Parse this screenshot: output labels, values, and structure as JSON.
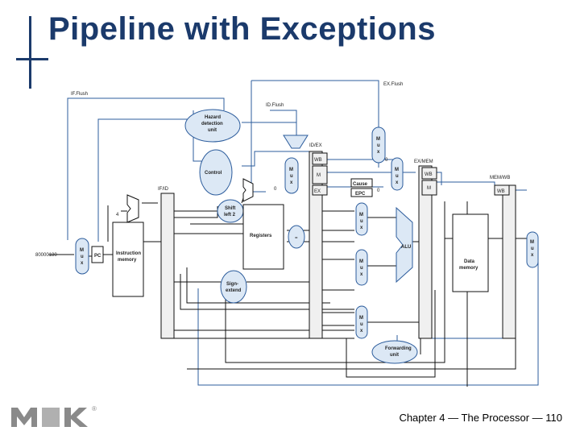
{
  "slide": {
    "title": "Pipeline with Exceptions",
    "footer": "Chapter 4 — The Processor — 110",
    "logo_text": "MK",
    "registered_mark": "®"
  },
  "diagram": {
    "signals": {
      "if_flush": "IF.Flush",
      "id_flush": "ID.Flush",
      "ex_flush": "EX.Flush"
    },
    "units": {
      "hazard": [
        "Hazard",
        "detection",
        "unit"
      ],
      "control": "Control",
      "shift": [
        "Shift",
        "left 2"
      ],
      "registers": "Registers",
      "sign_extend": [
        "Sign-",
        "extend"
      ],
      "instruction_memory": [
        "Instruction",
        "memory"
      ],
      "pc": "PC",
      "alu": "ALU",
      "data_memory": [
        "Data",
        "memory"
      ],
      "forwarding": [
        "Forwarding",
        "unit"
      ],
      "cause": "Cause",
      "epc": "EPC",
      "mux_letters": [
        "M",
        "u",
        "x"
      ]
    },
    "pipeline_regs": {
      "if_id": "IF/ID",
      "id_ex": "ID/EX",
      "ex_mem": "EX/MEM",
      "mem_wb": "MEM/WB"
    },
    "ctrl_fields": {
      "wb": "WB",
      "m": "M",
      "ex": "EX"
    },
    "constants": {
      "four": "4",
      "zero": "0",
      "address": "80000180",
      "equal": "="
    }
  },
  "colors": {
    "title": "#1b3a6b",
    "unit_fill": "#dce8f5",
    "unit_stroke": "#2c5c9c",
    "wire_black": "#111111",
    "wire_blue": "#2c5c9c",
    "logo": "#8a8a8a"
  }
}
